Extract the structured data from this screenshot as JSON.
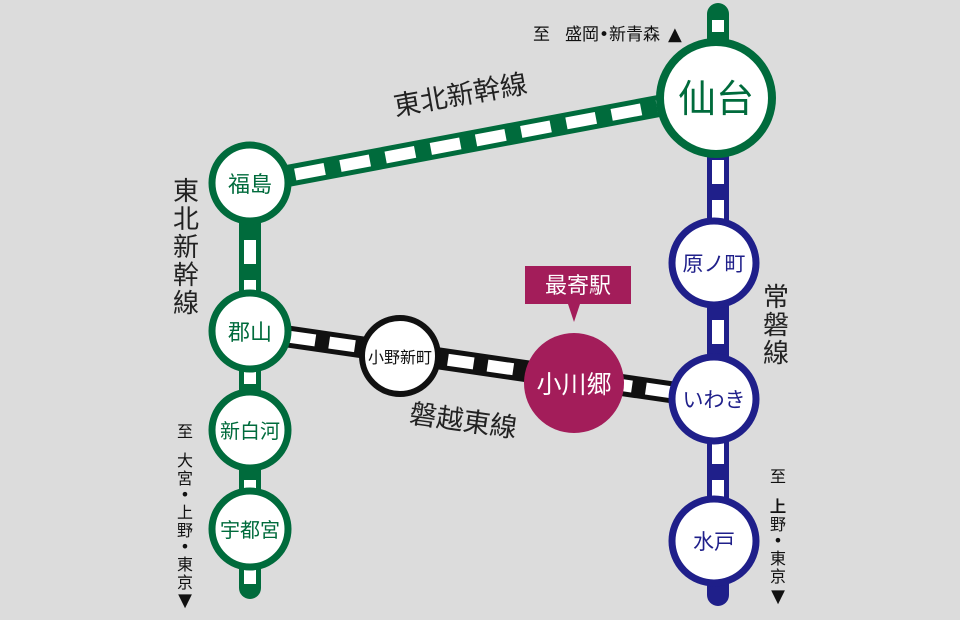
{
  "colors": {
    "background": "#dcdcdc",
    "tohoku_line": "#006b3c",
    "joban_line": "#1f1f8a",
    "banetsu_line": "#111111",
    "nearest_station": "#a31d5a",
    "station_fill": "#ffffff"
  },
  "lines": {
    "tohoku_shinkansen_horizontal": "東北新幹線",
    "tohoku_shinkansen_vertical": [
      "東",
      "北",
      "新",
      "幹",
      "線"
    ],
    "joban": [
      "常",
      "磐",
      "線"
    ],
    "banetsu_east": "磐越東線"
  },
  "stations": {
    "sendai": "仙台",
    "fukushima": "福島",
    "koriyama": "郡山",
    "shin_shirakawa": "新白河",
    "utsunomiya": "宇都宮",
    "ono_niimachi": "小野新町",
    "ogawago": "小川郷",
    "haranomachi": "原ノ町",
    "iwaki": "いわき",
    "mito": "水戸"
  },
  "nearest_station_badge": "最寄駅",
  "directions": {
    "north": {
      "prefix": "至",
      "text": "盛岡•新青森",
      "arrow": "▲"
    },
    "south_west": {
      "prefix": "至",
      "chars": [
        "大",
        "宮",
        "•",
        "上",
        "野",
        "•",
        "東",
        "京"
      ],
      "arrow": "▼"
    },
    "south_east": {
      "prefix": "至",
      "chars": [
        "上",
        "野",
        "•",
        "東",
        "京"
      ],
      "arrow": "▼"
    }
  }
}
